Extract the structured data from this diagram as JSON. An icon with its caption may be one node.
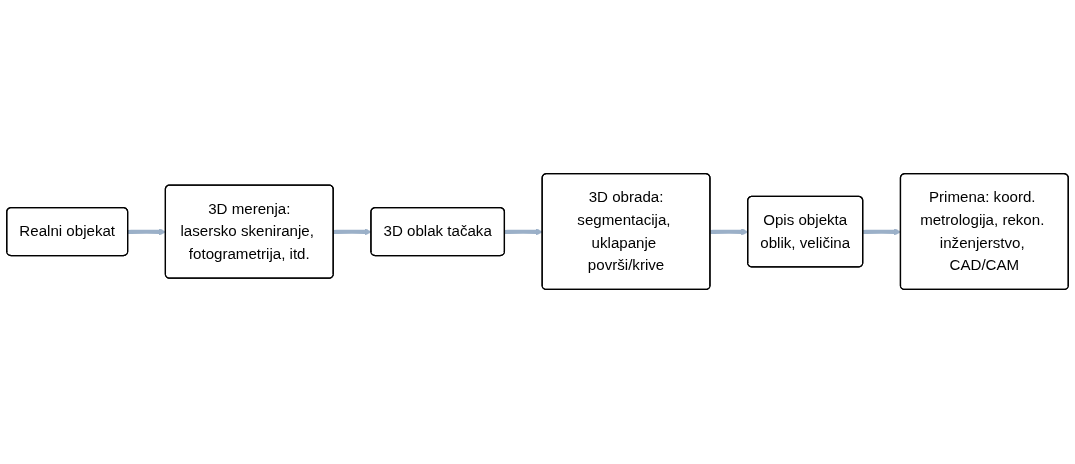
{
  "diagram": {
    "nodes": [
      {
        "text": [
          "Realni objekat"
        ]
      },
      {
        "text": [
          "Primena: koord. metrologija, rekon. inženjerstvo, CAD/CAM"
        ]
      },
      {
        "text": [
          "Opis objekta",
          "oblik, veličina"
        ]
      },
      {
        "text": [
          "3D merenja:",
          "lasersko skeniranje, fotogrametrija, itd."
        ]
      },
      {
        "text": [
          "3D oblak tačaka"
        ]
      },
      {
        "text": [
          "3D obrada:",
          "segmentacija, uklapanje površi/krive"
        ]
      }
    ],
    "edges": [
      {
        "from": 0,
        "to": 3,
        "arrow": "to"
      },
      {
        "from": 3,
        "to": 4,
        "arrow": "to"
      },
      {
        "from": 4,
        "to": 5,
        "arrow": "to"
      },
      {
        "from": 5,
        "to": 2,
        "arrow": "to"
      },
      {
        "from": 2,
        "to": 1,
        "arrow": "to"
      }
    ]
  }
}
